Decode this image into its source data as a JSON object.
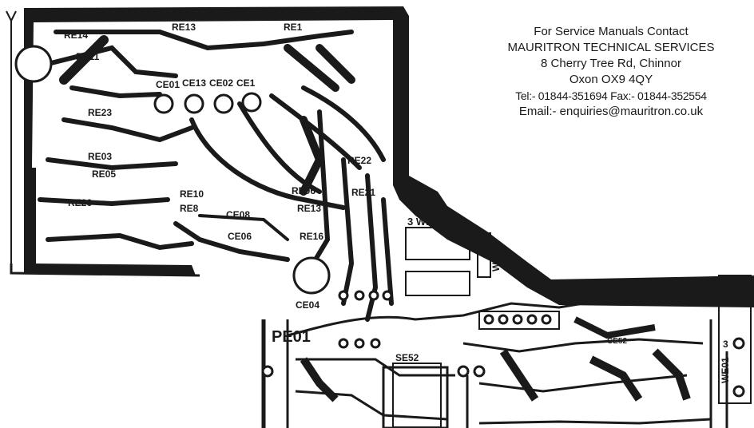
{
  "contact": {
    "line1": "For Service Manuals Contact",
    "line2": "MAURITRON TECHNICAL SERVICES",
    "line3": "8 Cherry Tree Rd, Chinnor",
    "line4": "Oxon OX9 4QY",
    "line5": "Tel:- 01844-351694 Fax:- 01844-352554",
    "line6": "Email:- enquiries@mauritron.co.uk"
  },
  "labels": {
    "re13_top": "RE13",
    "re14": "RE14",
    "re11": "RE11",
    "re1": "RE1",
    "re23": "RE23",
    "re03": "RE03",
    "re05": "RE05",
    "re26": "RE26",
    "re10": "RE10",
    "re8": "RE8",
    "re16": "RE16",
    "re06": "RE06",
    "re13": "RE13",
    "re22": "RE22",
    "re21": "RE21",
    "ce01": "CE01",
    "ce13": "CE13",
    "ce02": "CE02",
    "ce1": "CE1",
    "ce08": "CE08",
    "ce06": "CE06",
    "ce04": "CE04",
    "we02": "3 WE02 1",
    "we0": "WE0",
    "we01": "WE01",
    "pe01": "PE01",
    "se52": "SE52",
    "ce52": "CE52",
    "pin3": "3"
  },
  "colors": {
    "ink": "#1a1a1a",
    "paper": "#ffffff"
  }
}
